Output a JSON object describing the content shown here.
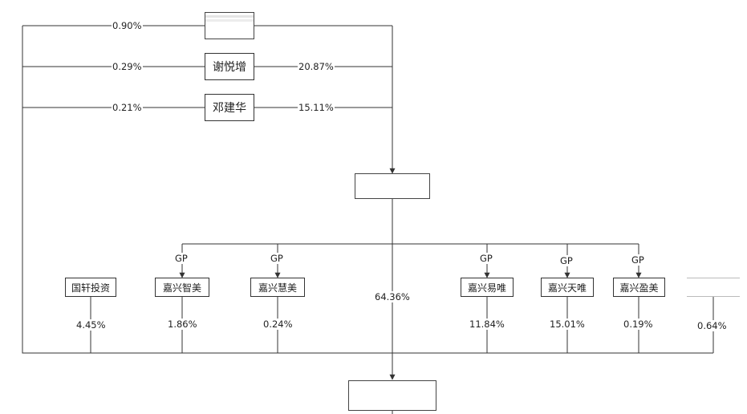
{
  "nodes": {
    "top_hidden": "",
    "xie_yuezeng": "谢悦增",
    "deng_jianhua": "邓建华",
    "middle_hidden": "",
    "guoxuan": "国轩投资",
    "zhimei": "嘉兴智美",
    "huimei": "嘉兴慧美",
    "yiwei": "嘉兴易唯",
    "tianwei": "嘉兴天唯",
    "yingmei": "嘉兴盈美",
    "right_hidden": "",
    "bottom_hidden": ""
  },
  "edges": {
    "top_to_left": "0.90%",
    "xie_to_left": "0.29%",
    "xie_to_middle": "20.87%",
    "deng_to_left": "0.21%",
    "deng_to_middle": "15.11%",
    "middle_to_bottom": "64.36%",
    "guoxuan": "4.45%",
    "zhimei": "1.86%",
    "huimei": "0.24%",
    "yiwei": "11.84%",
    "tianwei": "15.01%",
    "yingmei": "0.19%",
    "right_hidden": "0.64%"
  },
  "gp_label": "GP"
}
